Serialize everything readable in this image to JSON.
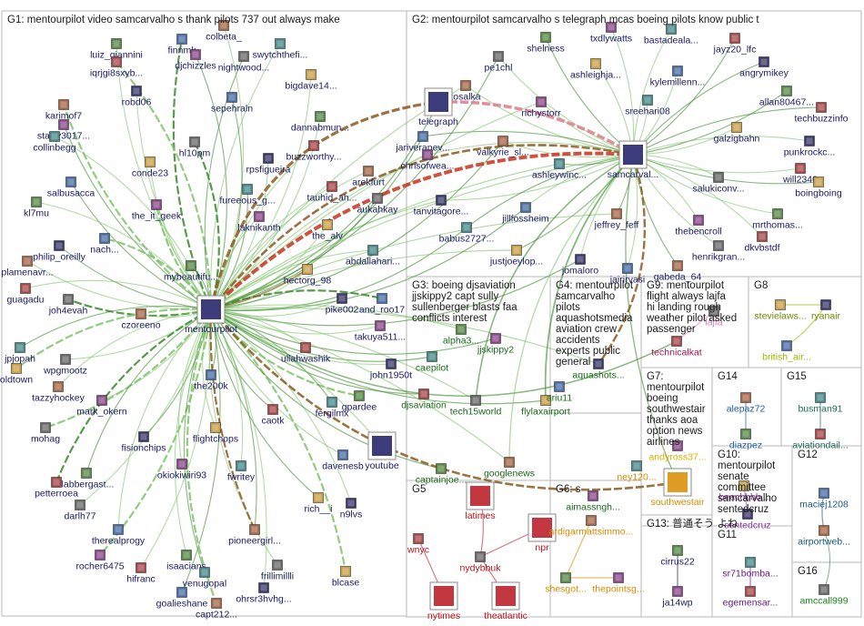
{
  "groups": [
    {
      "id": "G1",
      "label": "G1: mentourpilot video samcarvalho s thank pilots 737 out always make"
    },
    {
      "id": "G2",
      "label": "G2: mentourpilot samcarvalho s telegraph mcas boeing pilots know public t"
    },
    {
      "id": "G3",
      "label": "G3: boeing djsaviation jjskippy2 capt sully sullenberger blasts faa conflicts interest"
    },
    {
      "id": "G4",
      "label": "G4: mentourpilot samcarvalho pilots aquashotsmedia aviation crew accidents experts public general"
    },
    {
      "id": "G9",
      "label": "G9: mentourpilot flight always lajfa hi landing rough weather pilot asked passenger"
    },
    {
      "id": "G8",
      "label": "G8"
    },
    {
      "id": "G7",
      "label": "G7: mentourpilot boeing southwestair thanks aoa option news airlines"
    },
    {
      "id": "G14",
      "label": "G14"
    },
    {
      "id": "G15",
      "label": "G15"
    },
    {
      "id": "G10",
      "label": "G10: mentourpilot senate committee samcarvalho sentedcruz"
    },
    {
      "id": "G12",
      "label": "G12"
    },
    {
      "id": "G5",
      "label": "G5"
    },
    {
      "id": "G6",
      "label": "G6: s"
    },
    {
      "id": "G13",
      "label": "G13: 普通そう よね"
    },
    {
      "id": "G11",
      "label": "G11"
    },
    {
      "id": "G16",
      "label": "G16"
    }
  ],
  "nodes": [
    {
      "id": "finnmk",
      "label": "finnmk",
      "color": "#1a1a66"
    },
    {
      "id": "colbeta",
      "label": "colbeta_",
      "color": "#1a1a66"
    },
    {
      "id": "luiz_giannini",
      "label": "luiz_giannini",
      "color": "#1a1a66"
    },
    {
      "id": "djchizzles",
      "label": "djchizzles",
      "color": "#1a1a66"
    },
    {
      "id": "swytchthefi",
      "label": "swytchthefi...",
      "color": "#1a1a66"
    },
    {
      "id": "iqrjgi8sxyb",
      "label": "iqrjgi8sxyb...",
      "color": "#1a1a66"
    },
    {
      "id": "nightwood",
      "label": "nightwood...",
      "color": "#1a1a66"
    },
    {
      "id": "bigdave14",
      "label": "bigdave14...",
      "color": "#1a1a66"
    },
    {
      "id": "robd06",
      "label": "robd06",
      "color": "#1a1a66"
    },
    {
      "id": "sepehraln",
      "label": "sepehraln",
      "color": "#1a1a66"
    },
    {
      "id": "karimof7",
      "label": "karimof7",
      "color": "#1a1a66"
    },
    {
      "id": "dannabmun",
      "label": "dannabmun...",
      "color": "#1a1a66"
    },
    {
      "id": "starry3017",
      "label": "starry3017...",
      "color": "#1a1a66"
    },
    {
      "id": "collinbegg",
      "label": "collinbegg",
      "color": "#1a1a66"
    },
    {
      "id": "buzzworthy",
      "label": "buzzworthy...",
      "color": "#1a1a66"
    },
    {
      "id": "hl10pm",
      "label": "hl10pm",
      "color": "#1a1a66"
    },
    {
      "id": "conde23",
      "label": "conde23",
      "color": "#1a1a66"
    },
    {
      "id": "rpsfigueira",
      "label": "rpsfigueira",
      "color": "#1a1a66"
    },
    {
      "id": "salbusacca",
      "label": "salbusacca",
      "color": "#1a1a66"
    },
    {
      "id": "arekfurt",
      "label": "arekfurt",
      "color": "#1a1a66"
    },
    {
      "id": "kl7mu",
      "label": "kl7mu",
      "color": "#1a1a66"
    },
    {
      "id": "the_it_geek",
      "label": "the_it_geek",
      "color": "#1a1a66"
    },
    {
      "id": "fureeous_g",
      "label": "fureeous_g...",
      "color": "#1a1a66"
    },
    {
      "id": "tauhid_ah",
      "label": "tauhid_ah...",
      "color": "#1a1a66"
    },
    {
      "id": "aukahkay",
      "label": "aukahkay",
      "color": "#1a1a66"
    },
    {
      "id": "the_alv",
      "label": "the_alv",
      "color": "#1a1a66"
    },
    {
      "id": "philip_oreilly",
      "label": "philip_oreilly",
      "color": "#1a1a66"
    },
    {
      "id": "nach",
      "label": "nach...",
      "color": "#1a1a66"
    },
    {
      "id": "plamenavr",
      "label": "plamenavr...",
      "color": "#1a1a66"
    },
    {
      "id": "mybeautifu",
      "label": "mybeautifu...",
      "color": "#1a1a66"
    },
    {
      "id": "laknikanth",
      "label": "laknikanth",
      "color": "#1a1a66"
    },
    {
      "id": "abdallahari",
      "label": "abdallahari...",
      "color": "#1a1a66"
    },
    {
      "id": "guagadu",
      "label": "guagadu",
      "color": "#1a1a66"
    },
    {
      "id": "joh4evah",
      "label": "joh4evah",
      "color": "#1a1a66"
    },
    {
      "id": "hectorg_98",
      "label": "hectorg_98",
      "color": "#1a1a66"
    },
    {
      "id": "pike002",
      "label": "pike002",
      "color": "#1a1a66"
    },
    {
      "id": "and_roo17",
      "label": "and_roo17",
      "color": "#1a1a66"
    },
    {
      "id": "czoreeno",
      "label": "czoreeno",
      "color": "#1a1a66"
    },
    {
      "id": "mentourpilot",
      "label": "mentourpilot",
      "color": "#1a1a66"
    },
    {
      "id": "takuya511",
      "label": "takuya511...",
      "color": "#1a1a66"
    },
    {
      "id": "jpjopah",
      "label": "jpjopah",
      "color": "#1a1a66"
    },
    {
      "id": "ullahwashik",
      "label": "ullahwashik",
      "color": "#1a1a66"
    },
    {
      "id": "wpgmootz",
      "label": "wpgmootz",
      "color": "#1a1a66"
    },
    {
      "id": "oldtown",
      "label": "oldtown",
      "color": "#1a1a66"
    },
    {
      "id": "john1950t",
      "label": "john1950t",
      "color": "#1a1a66"
    },
    {
      "id": "the200k",
      "label": "the200k",
      "color": "#1a1a66"
    },
    {
      "id": "tazzyhockey",
      "label": "tazzyhockey",
      "color": "#1a1a66"
    },
    {
      "id": "gpardee",
      "label": "gpardee",
      "color": "#1a1a66"
    },
    {
      "id": "mark_okern",
      "label": "mark_okern",
      "color": "#1a1a66"
    },
    {
      "id": "fergilmx",
      "label": "fergilmx",
      "color": "#1a1a66"
    },
    {
      "id": "caotk",
      "label": "caotk",
      "color": "#1a1a66"
    },
    {
      "id": "mohag",
      "label": "mohag",
      "color": "#1a1a66"
    },
    {
      "id": "flightchops",
      "label": "flightchops",
      "color": "#1a1a66"
    },
    {
      "id": "fision",
      "label": "fisionchips",
      "color": "#1a1a66"
    },
    {
      "id": "davenesb",
      "label": "davenesb",
      "color": "#1a1a66"
    },
    {
      "id": "youtube",
      "label": "youtube",
      "color": "#1a1a66"
    },
    {
      "id": "flabbergast",
      "label": "flabbergast...",
      "color": "#1a1a66"
    },
    {
      "id": "okiokiwiri93",
      "label": "okiokiwiri93",
      "color": "#1a1a66"
    },
    {
      "id": "fwritey",
      "label": "fwritey",
      "color": "#1a1a66"
    },
    {
      "id": "petterroea",
      "label": "petterroea",
      "color": "#1a1a66"
    },
    {
      "id": "darlh77",
      "label": "darlh77",
      "color": "#1a1a66"
    },
    {
      "id": "rich_i",
      "label": "rich__i",
      "color": "#1a1a66"
    },
    {
      "id": "n9lvs",
      "label": "n9lvs",
      "color": "#1a1a66"
    },
    {
      "id": "therealprogy",
      "label": "therealprogy",
      "color": "#1a1a66"
    },
    {
      "id": "pioneergirl",
      "label": "pioneergirl...",
      "color": "#1a1a66"
    },
    {
      "id": "isaacians",
      "label": "isaacians",
      "color": "#1a1a66"
    },
    {
      "id": "rocher6475",
      "label": "rocher6475",
      "color": "#1a1a66"
    },
    {
      "id": "venugopal",
      "label": "venugopal",
      "color": "#1a1a66"
    },
    {
      "id": "hifranc",
      "label": "hifranc",
      "color": "#1a1a66"
    },
    {
      "id": "frillimilli",
      "label": "frillimillli",
      "color": "#1a1a66"
    },
    {
      "id": "blcase",
      "label": "blcase",
      "color": "#1a1a66"
    },
    {
      "id": "ohrsr3hvhg",
      "label": "ohrsr3hvhg...",
      "color": "#1a1a66"
    },
    {
      "id": "goalieshane",
      "label": "goalieshane",
      "color": "#1a1a66"
    },
    {
      "id": "capt212",
      "label": "capt212...",
      "color": "#1a1a66"
    },
    {
      "id": "shelness",
      "label": "shelness",
      "color": "#1a1a66"
    },
    {
      "id": "txdlywatts",
      "label": "txdlywatts",
      "color": "#1a1a66"
    },
    {
      "id": "bastadeala",
      "label": "bastadeala...",
      "color": "#1a1a66"
    },
    {
      "id": "jayz20_lfc",
      "label": "jayz20_lfc",
      "color": "#1a1a66"
    },
    {
      "id": "pe1chl",
      "label": "pe1chl",
      "color": "#1a1a66"
    },
    {
      "id": "ashleighja",
      "label": "ashleighja...",
      "color": "#1a1a66"
    },
    {
      "id": "angrymikey",
      "label": "angrymikey",
      "color": "#1a1a66"
    },
    {
      "id": "kylemillenn",
      "label": "kylemillenn...",
      "color": "#1a1a66"
    },
    {
      "id": "tosalka",
      "label": "tosalka",
      "color": "#1a1a66"
    },
    {
      "id": "allan80467",
      "label": "allan80467...",
      "color": "#1a1a66"
    },
    {
      "id": "richystorr",
      "label": "richystorr",
      "color": "#1a1a66"
    },
    {
      "id": "sreehari08",
      "label": "sreehari08",
      "color": "#1a1a66"
    },
    {
      "id": "techbuzzinfo",
      "label": "techbuzzinfo",
      "color": "#1a1a66"
    },
    {
      "id": "telegraph",
      "label": "telegraph",
      "color": "#1a1a66"
    },
    {
      "id": "galzigbahn",
      "label": "galzigbahn",
      "color": "#1a1a66"
    },
    {
      "id": "punkrockc",
      "label": "punkrockc...",
      "color": "#1a1a66"
    },
    {
      "id": "jariveranev",
      "label": "jariveranev...",
      "color": "#1a1a66"
    },
    {
      "id": "valkyrie_sl",
      "label": "valkyrie_sl...",
      "color": "#1a1a66"
    },
    {
      "id": "samcarval",
      "label": "samcarval...",
      "color": "#1a1a66"
    },
    {
      "id": "chrisofwea",
      "label": "chrisofwea...",
      "color": "#1a1a66"
    },
    {
      "id": "ashleywinc",
      "label": "ashleywinc...",
      "color": "#1a1a66"
    },
    {
      "id": "will2340",
      "label": "will2340",
      "color": "#1a1a66"
    },
    {
      "id": "salukiconv",
      "label": "salukiconv...",
      "color": "#1a1a66"
    },
    {
      "id": "boingboing",
      "label": "boingboing",
      "color": "#1a1a66"
    },
    {
      "id": "tanvitagore",
      "label": "tanvitagore...",
      "color": "#1a1a66"
    },
    {
      "id": "jillfossheim",
      "label": "jillfossheim",
      "color": "#1a1a66"
    },
    {
      "id": "jeffrey_feff",
      "label": "jeffrey_feff",
      "color": "#1a1a66"
    },
    {
      "id": "mrthomas",
      "label": "mrthomas...",
      "color": "#1a1a66"
    },
    {
      "id": "thebencroll",
      "label": "thebencroll",
      "color": "#1a1a66"
    },
    {
      "id": "babus2727",
      "label": "babus2727...",
      "color": "#1a1a66"
    },
    {
      "id": "dkvbstdf",
      "label": "dkvbstdf",
      "color": "#1a1a66"
    },
    {
      "id": "henrikgran",
      "label": "henrikgran...",
      "color": "#1a1a66"
    },
    {
      "id": "justjoeylop",
      "label": "justjoeylop...",
      "color": "#1a1a66"
    },
    {
      "id": "jomaloro",
      "label": "jomaloro",
      "color": "#1a1a66"
    },
    {
      "id": "jairirvasi",
      "label": "jairirvasi",
      "color": "#1a1a66"
    },
    {
      "id": "gabeda_64",
      "label": "gabeda_64",
      "color": "#1a1a66"
    },
    {
      "id": "alpha3",
      "label": "alpha3...",
      "color": "#1a6b1a"
    },
    {
      "id": "jjskippy2",
      "label": "jjskippy2",
      "color": "#1a6b1a"
    },
    {
      "id": "caepilot",
      "label": "caepilot",
      "color": "#1a6b1a"
    },
    {
      "id": "djsaviation",
      "label": "djsaviation",
      "color": "#1a6b1a"
    },
    {
      "id": "tech15world",
      "label": "tech15world",
      "color": "#1a6b1a"
    },
    {
      "id": "flylaxairport",
      "label": "flylaxairport",
      "color": "#1a6b1a"
    },
    {
      "id": "aquashots",
      "label": "aquashots...",
      "color": "#1a6b1a"
    },
    {
      "id": "ariu11",
      "label": "ariu11",
      "color": "#1a6b1a"
    },
    {
      "id": "googlenews",
      "label": "googlenews",
      "color": "#1a6b1a"
    },
    {
      "id": "captainjoe",
      "label": "captainjoe...",
      "color": "#1a6b1a"
    },
    {
      "id": "aimassngh",
      "label": "aimassngh...",
      "color": "#1a6b1a"
    },
    {
      "id": "latimes",
      "label": "latimes",
      "color": "#b8141e"
    },
    {
      "id": "wnyc",
      "label": "wnyc",
      "color": "#b8141e"
    },
    {
      "id": "nydybbuk",
      "label": "nydybbuk",
      "color": "#b8141e"
    },
    {
      "id": "npr",
      "label": "npr",
      "color": "#b8141e"
    },
    {
      "id": "nytimes",
      "label": "nytimes",
      "color": "#b8141e"
    },
    {
      "id": "theatlantic",
      "label": "theatlantic",
      "color": "#b8141e"
    },
    {
      "id": "ardigarmatt",
      "label": "ardigarmattsimmo...",
      "color": "#d98c00"
    },
    {
      "id": "shesgot",
      "label": "shesgot...",
      "color": "#d98c00"
    },
    {
      "id": "thepointsg",
      "label": "thepointsg...",
      "color": "#d98c00"
    },
    {
      "id": "ney120",
      "label": "ney120...",
      "color": "#d98c00"
    },
    {
      "id": "technicalkat",
      "label": "technicalkat",
      "color": "#b0145a"
    },
    {
      "id": "lajfa",
      "label": "lajfa",
      "color": "#d87ab8"
    },
    {
      "id": "stevielaws",
      "label": "stevielaws...",
      "color": "#6b8a00"
    },
    {
      "id": "ryanair",
      "label": "ryanair",
      "color": "#6b8a00"
    },
    {
      "id": "british_air",
      "label": "british_air...",
      "color": "#9cb800"
    },
    {
      "id": "alepaz72",
      "label": "alepaz72",
      "color": "#1f5fa8"
    },
    {
      "id": "diazpez",
      "label": "diazpez",
      "color": "#1f5fa8"
    },
    {
      "id": "andyross37",
      "label": "andyross37...",
      "color": "#d9b000"
    },
    {
      "id": "busman91",
      "label": "busman91",
      "color": "#1a6b5a"
    },
    {
      "id": "aviationdail",
      "label": "aviationdail...",
      "color": "#1a6b5a"
    },
    {
      "id": "southwestair",
      "label": "southwestair",
      "color": "#d98c00"
    },
    {
      "id": "beachbb",
      "label": "beachbbb...",
      "color": "#8a3aa0"
    },
    {
      "id": "sentedcruz",
      "label": "sentedcruz",
      "color": "#8a3aa0"
    },
    {
      "id": "maciej1208",
      "label": "maciej1208",
      "color": "#1a5a8a"
    },
    {
      "id": "airportweb",
      "label": "airportweb...",
      "color": "#1a5a8a"
    },
    {
      "id": "cirrus22",
      "label": "cirrus22",
      "color": "#1a1a66"
    },
    {
      "id": "ja14wp",
      "label": "ja14wp",
      "color": "#1a1a66"
    },
    {
      "id": "sr71bomba",
      "label": "sr71bomba...",
      "color": "#6a1a8a"
    },
    {
      "id": "egemensar",
      "label": "egemensar...",
      "color": "#6a1a8a"
    },
    {
      "id": "amccall999",
      "label": "amccall999",
      "color": "#1a8a1a"
    }
  ]
}
